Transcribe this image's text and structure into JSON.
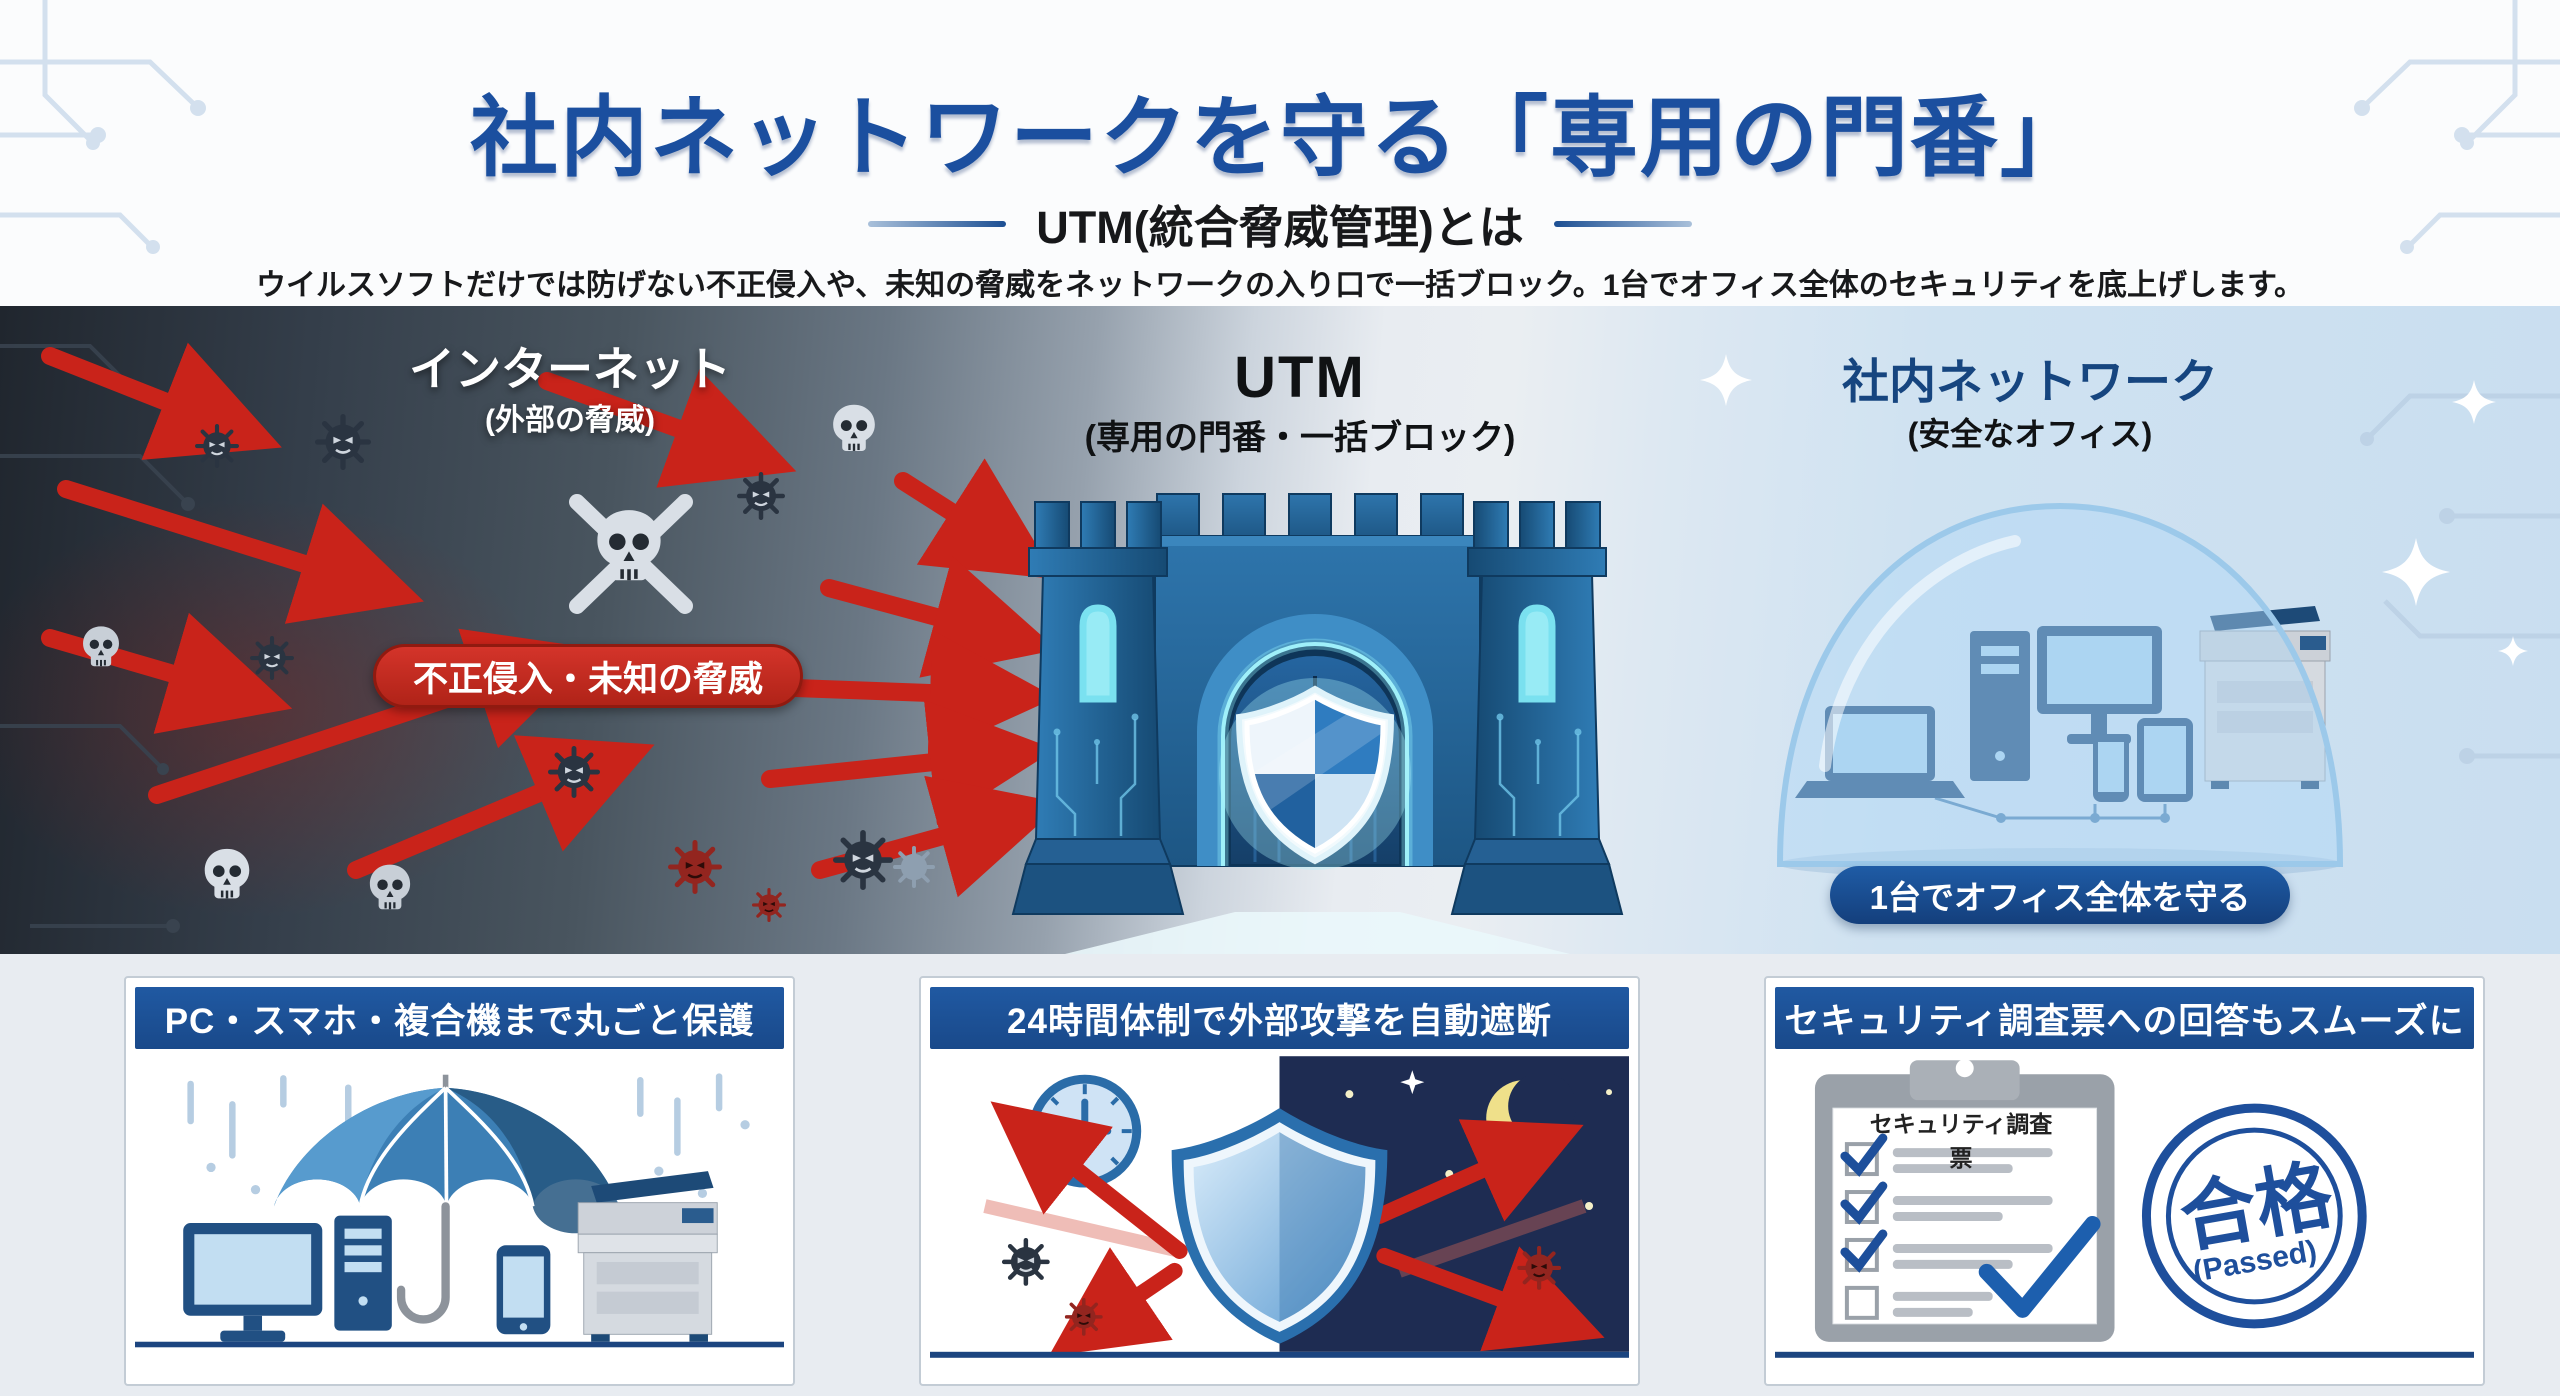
{
  "header": {
    "title": "社内ネットワークを守る「専用の門番」",
    "subtitle": "UTM(統合脅威管理)とは",
    "description": "ウイルスソフトだけでは防げない不正侵入や、未知の脅威をネットワークの入り口で一括ブロック。1台でオフィス全体のセキュリティを底上げします。"
  },
  "scene": {
    "internet": {
      "label": "インターネット",
      "sublabel": "(外部の脅威)",
      "threat_badge": "不正侵入・未知の脅威"
    },
    "utm": {
      "label": "UTM",
      "sublabel": "(専用の門番・一括ブロック)"
    },
    "office": {
      "label": "社内ネットワーク",
      "sublabel": "(安全なオフィス)",
      "badge": "1台でオフィス全体を守る"
    }
  },
  "cards": [
    {
      "title": "PC・スマホ・複合機まで丸ごと保護"
    },
    {
      "title": "24時間体制で外部攻撃を自動遮断"
    },
    {
      "title": "セキュリティ調査票への回答もスムーズに",
      "clipboard_title": "セキュリティ調査票",
      "stamp_text": "合格",
      "stamp_subtext": "(Passed)"
    }
  ],
  "colors": {
    "title_blue": "#1b4f9f",
    "card_header_blue": "#1d4f93",
    "alert_red": "#c3271c",
    "badge_navy": "#15508f",
    "night_navy": "#1e2c52",
    "safe_light_blue": "#c9def0"
  }
}
